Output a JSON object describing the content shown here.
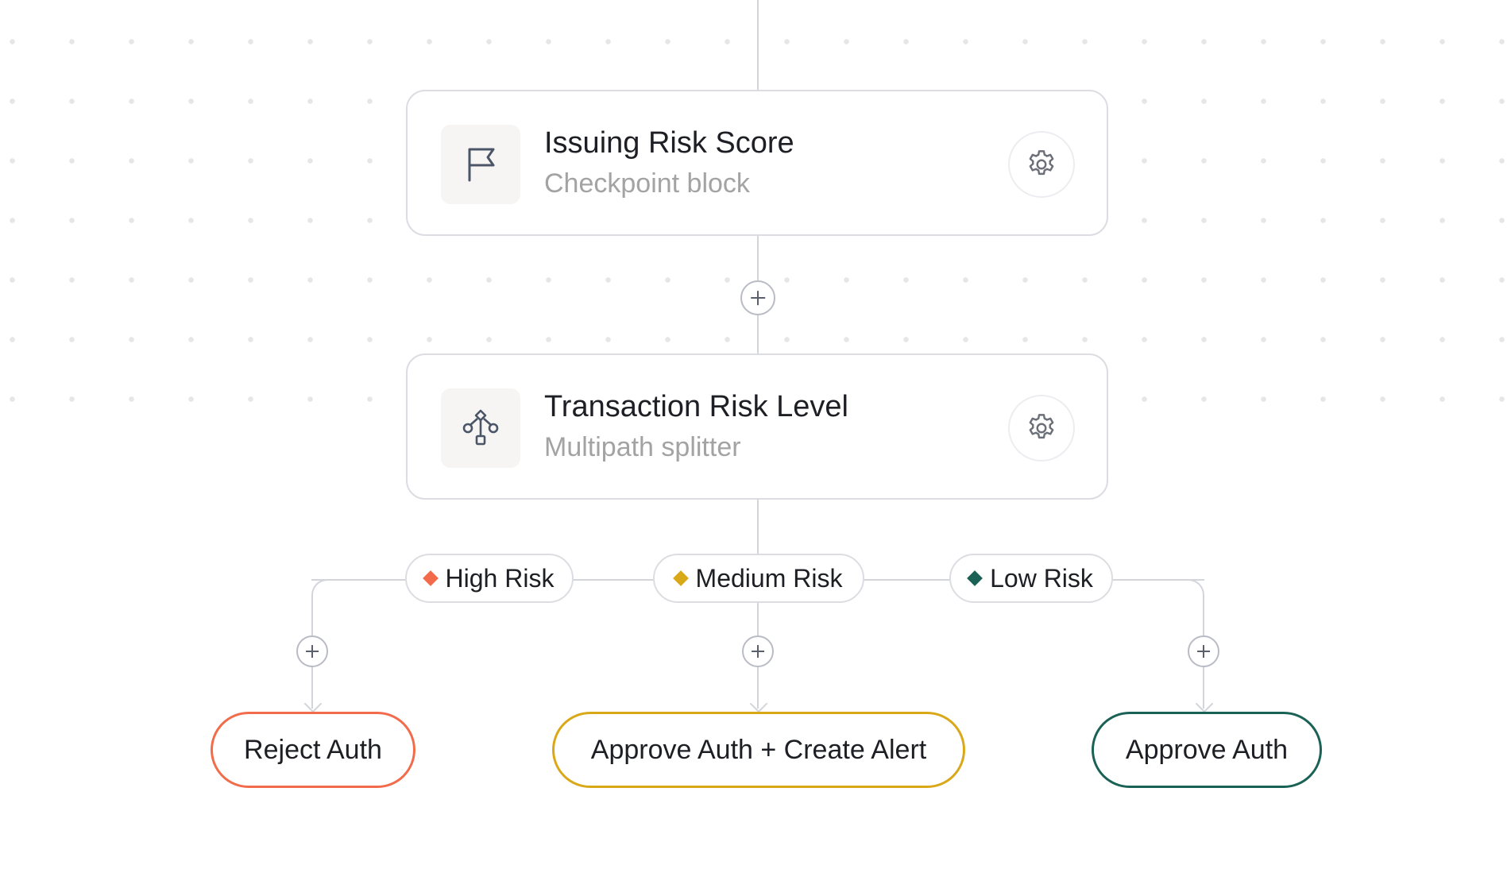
{
  "nodes": [
    {
      "title": "Issuing Risk Score",
      "subtitle": "Checkpoint block",
      "icon": "flag-icon",
      "settings_icon": "gear-icon"
    },
    {
      "title": "Transaction Risk Level",
      "subtitle": "Multipath splitter",
      "icon": "splitter-icon",
      "settings_icon": "gear-icon"
    }
  ],
  "branches": [
    {
      "label": "High Risk",
      "color": "#f26b4b"
    },
    {
      "label": "Medium Risk",
      "color": "#d9a818"
    },
    {
      "label": "Low Risk",
      "color": "#1a6156"
    }
  ],
  "outcomes": [
    {
      "label": "Reject Auth",
      "color": "#f26b4b"
    },
    {
      "label": "Approve Auth + Create Alert",
      "color": "#d9a818"
    },
    {
      "label": "Approve Auth",
      "color": "#1a6156"
    }
  ],
  "colors": {
    "line": "#d3d5db",
    "node_border": "#dcdde2",
    "icon": "#4a5568"
  }
}
